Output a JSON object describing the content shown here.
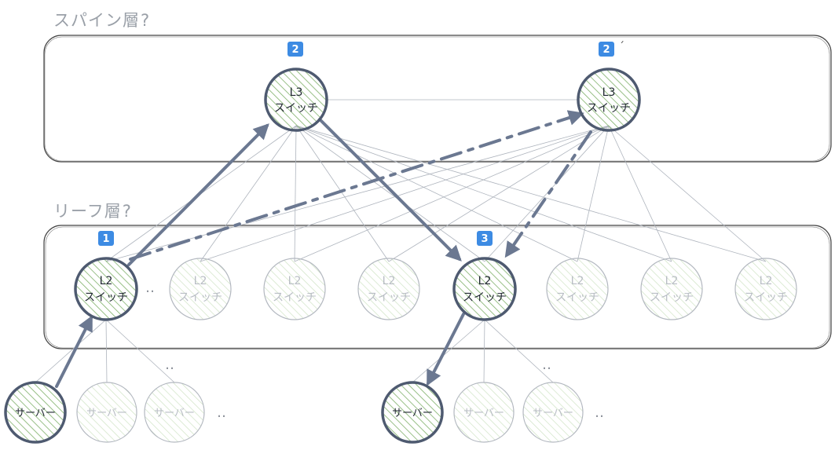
{
  "layers": {
    "spine_label": "スパイン層?",
    "leaf_label": "リーフ層?"
  },
  "spine_switches": [
    {
      "line1": "L3",
      "line2": "スイッチ",
      "active": true
    },
    {
      "line1": "L3",
      "line2": "スイッチ",
      "active": true
    }
  ],
  "leaf_switches": [
    {
      "line1": "L2",
      "line2": "スイッチ",
      "active": true
    },
    {
      "line1": "L2",
      "line2": "スイッチ",
      "active": false
    },
    {
      "line1": "L2",
      "line2": "スイッチ",
      "active": false
    },
    {
      "line1": "L2",
      "line2": "スイッチ",
      "active": false
    },
    {
      "line1": "L2",
      "line2": "スイッチ",
      "active": true
    },
    {
      "line1": "L2",
      "line2": "スイッチ",
      "active": false
    },
    {
      "line1": "L2",
      "line2": "スイッチ",
      "active": false
    },
    {
      "line1": "L2",
      "line2": "スイッチ",
      "active": false
    }
  ],
  "servers": [
    {
      "label": "サーバー",
      "active": true
    },
    {
      "label": "サーバー",
      "active": false
    },
    {
      "label": "サーバー",
      "active": false
    },
    {
      "label": "サーバー",
      "active": true
    },
    {
      "label": "サーバー",
      "active": false
    },
    {
      "label": "サーバー",
      "active": false
    }
  ],
  "badges": {
    "step1": "1",
    "step2": "2",
    "step2_alt": "2",
    "step2_alt_prime": "´",
    "step3": "3"
  },
  "ellipsis": "‥",
  "colors": {
    "accent": "#6b7891",
    "badge": "#3d8be3",
    "hatch_active": "#7fb06a",
    "hatch_inactive": "#cfe3c4",
    "text_active": "#1f2630",
    "text_inactive": "#b8bdc4"
  }
}
